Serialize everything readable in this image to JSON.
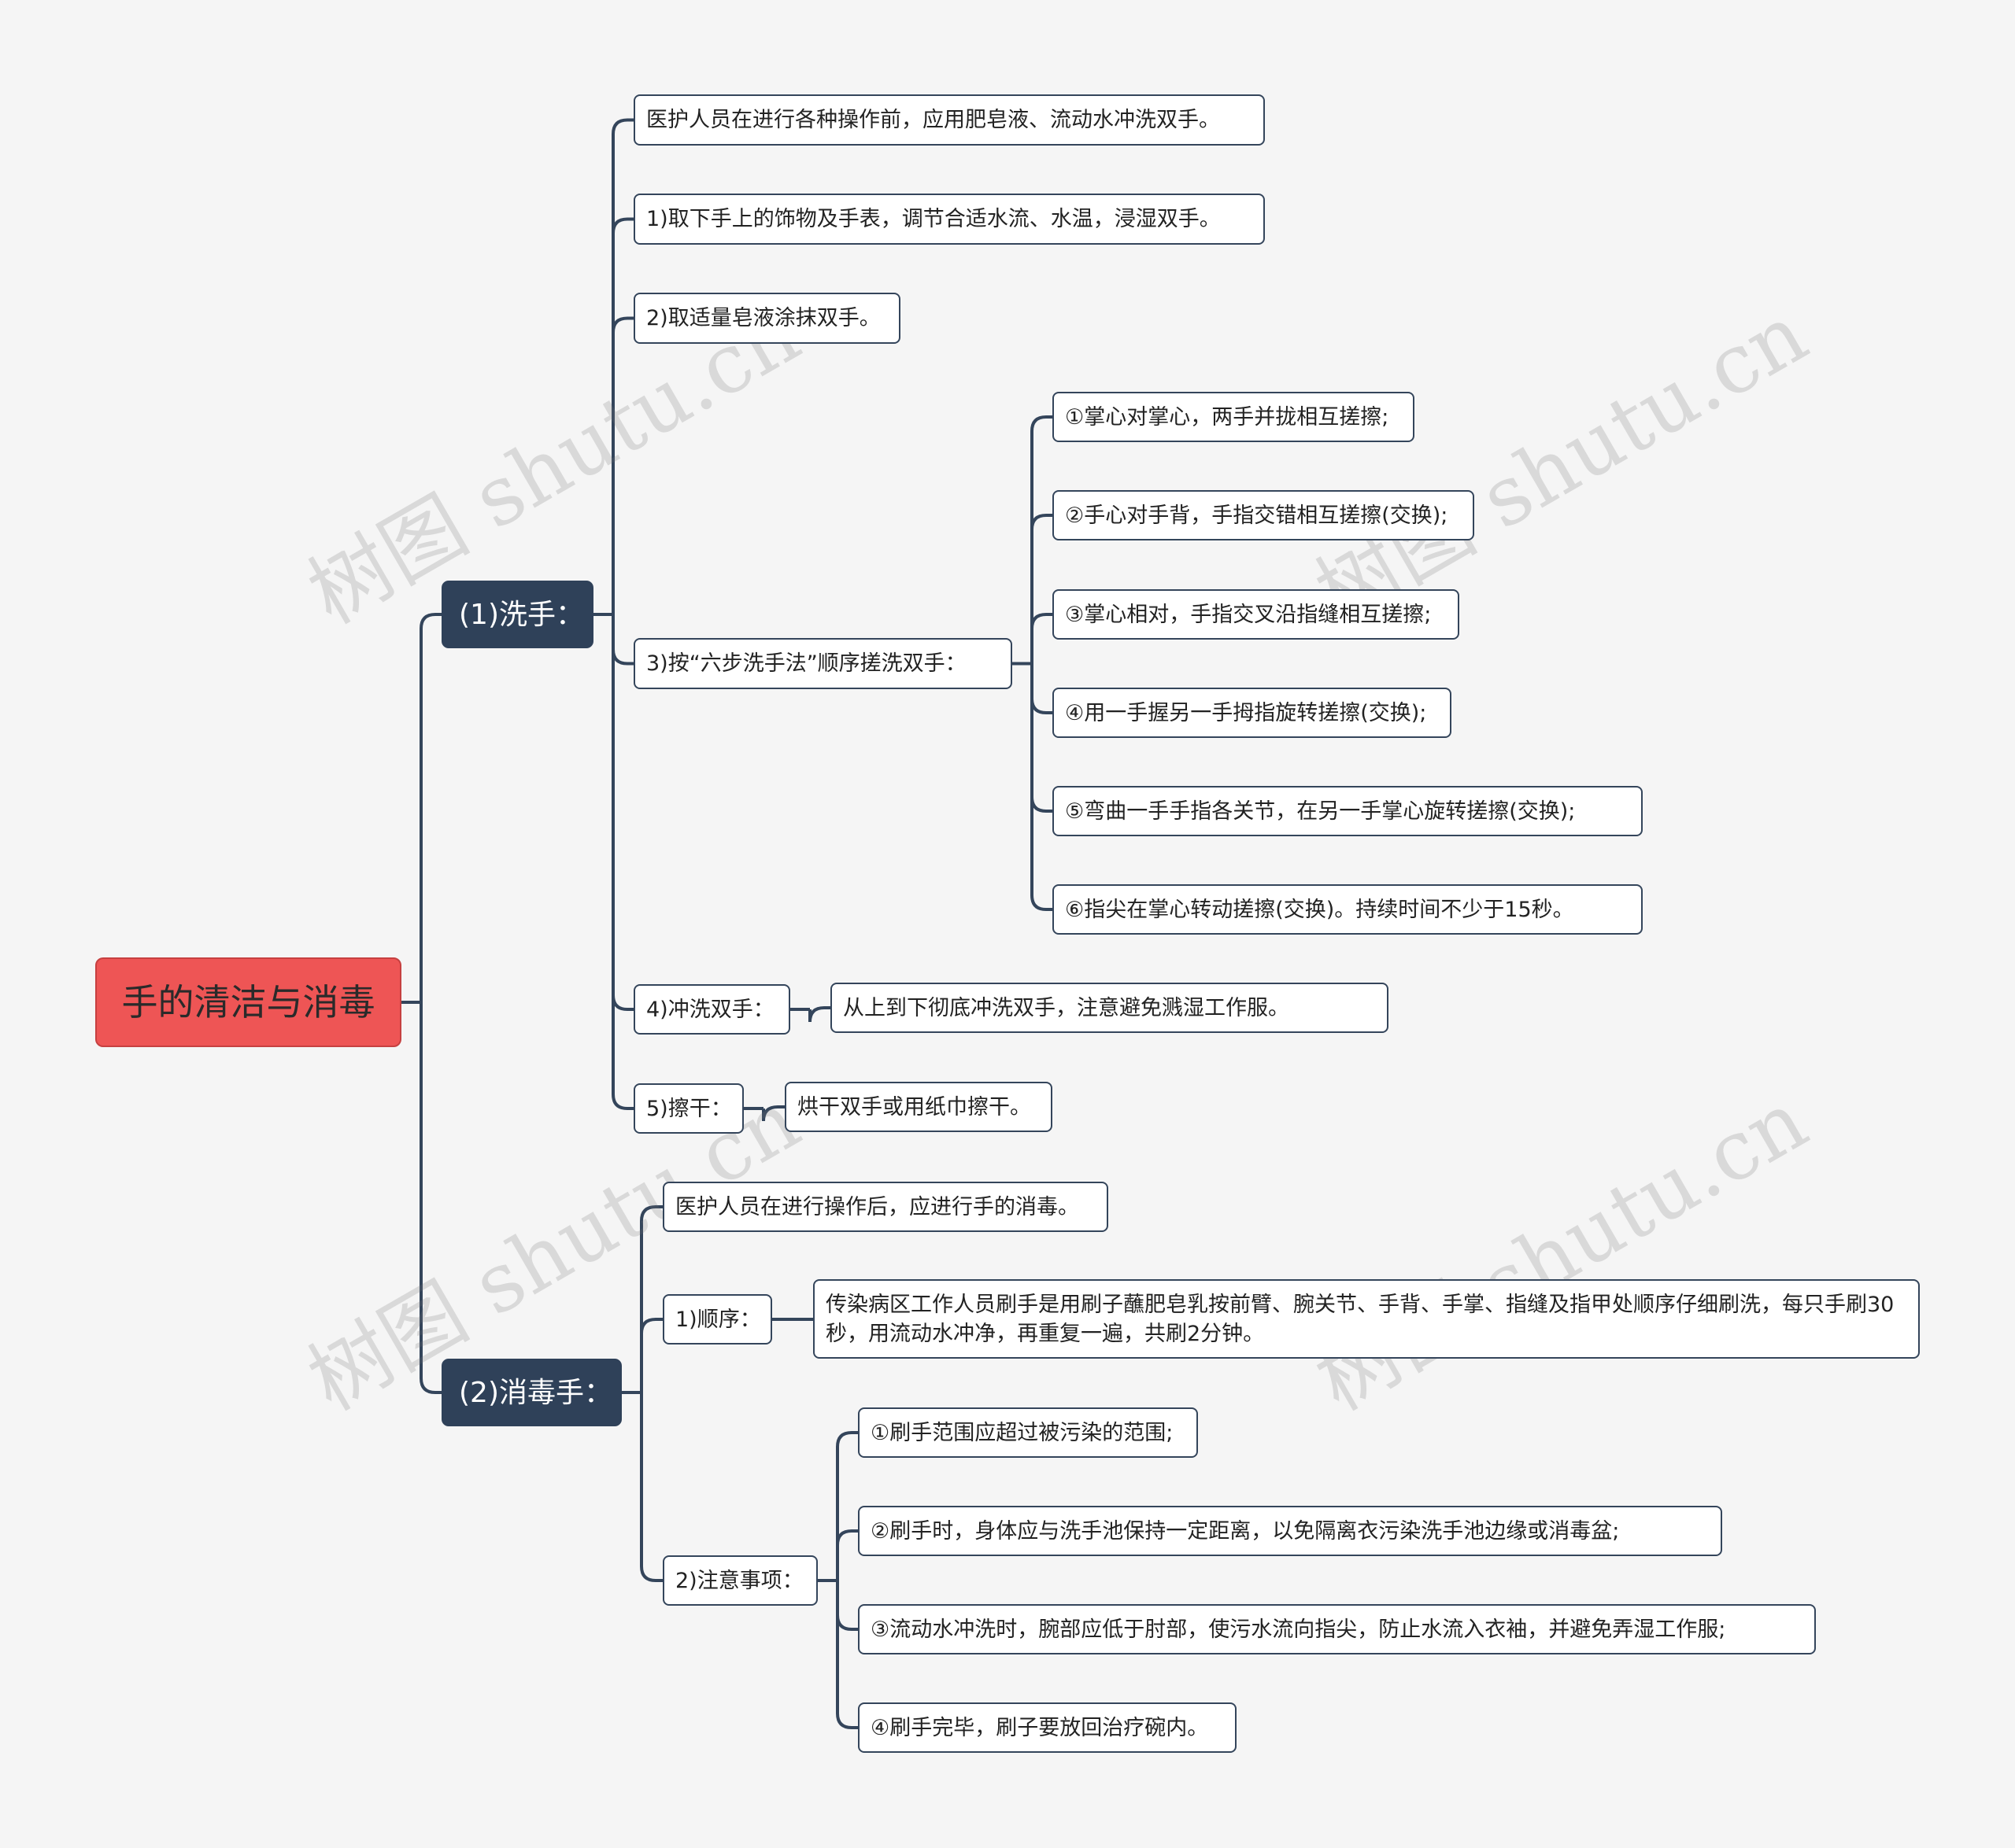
{
  "root": {
    "label": "手的清洁与消毒"
  },
  "wash": {
    "label": "(1)洗手：",
    "intro": "医护人员在进行各种操作前，应用肥皂液、流动水冲洗双手。",
    "step1": "1)取下手上的饰物及手表，调节合适水流、水温，浸湿双手。",
    "step2": "2)取适量皂液涂抹双手。",
    "step3": "3)按“六步洗手法”顺序搓洗双手：",
    "six_steps": [
      "①掌心对掌心，两手并拢相互搓擦;",
      "②手心对手背，手指交错相互搓擦(交换);",
      "③掌心相对，手指交叉沿指缝相互搓擦;",
      "④用一手握另一手拇指旋转搓擦(交换);",
      "⑤弯曲一手手指各关节，在另一手掌心旋转搓擦(交换);",
      "⑥指尖在掌心转动搓擦(交换)。持续时间不少于15秒。"
    ],
    "step4": "4)冲洗双手：",
    "step4_detail": "从上到下彻底冲洗双手，注意避免溅湿工作服。",
    "step5": "5)擦干：",
    "step5_detail": "烘干双手或用纸巾擦干。"
  },
  "disinfect": {
    "label": "(2)消毒手：",
    "intro": "医护人员在进行操作后，应进行手的消毒。",
    "order": "1)顺序：",
    "order_detail": "传染病区工作人员刷手是用刷子蘸肥皂乳按前臂、腕关节、手背、手掌、指缝及指甲处顺序仔细刷洗，每只手刷30秒，用流动水冲净，再重复一遍，共刷2分钟。",
    "notes": "2)注意事项：",
    "notes_items": [
      "①刷手范围应超过被污染的范围;",
      "②刷手时，身体应与洗手池保持一定距离，以免隔离衣污染洗手池边缘或消毒盆;",
      "③流动水冲洗时，腕部应低于肘部，使污水流向指尖，防止水流入衣袖，并避免弄湿工作服;",
      "④刷手完毕，刷子要放回治疗碗内。"
    ]
  },
  "watermark": "树图 shutu.cn",
  "colors": {
    "connector": "#34455b",
    "root": "#ee5555",
    "branch": "#2f4159",
    "background": "#f5f5f5"
  }
}
